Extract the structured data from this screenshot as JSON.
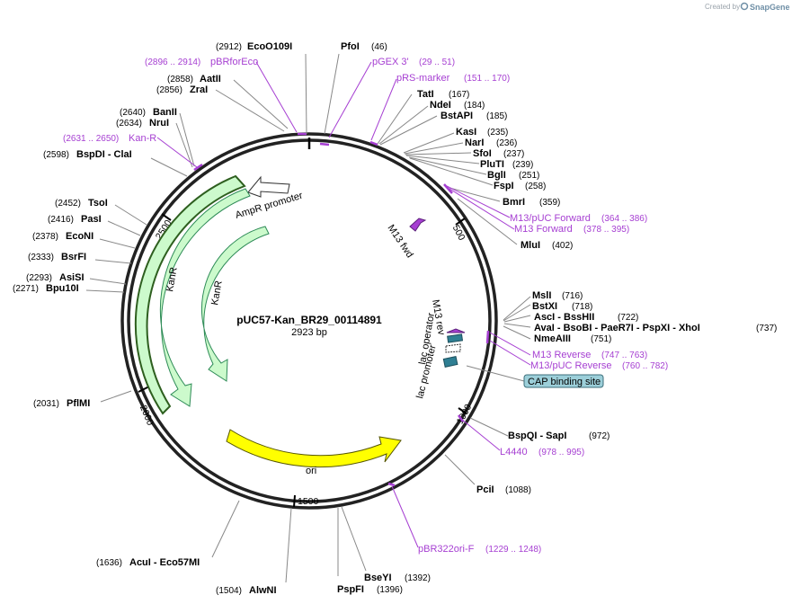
{
  "credit": {
    "text": "Created by",
    "brand": "SnapGene"
  },
  "plasmid": {
    "name": "pUC57-Kan_BR29_00114891",
    "length_text": "2923 bp",
    "length": 2923
  },
  "ticks": [
    {
      "label": "500",
      "pos": 500
    },
    {
      "label": "1000",
      "pos": 1000
    },
    {
      "label": "1500",
      "pos": 1500
    },
    {
      "label": "2000",
      "pos": 2000
    },
    {
      "label": "2500",
      "pos": 2500
    }
  ],
  "sites_left": [
    {
      "name": "EcoO109I",
      "pos": "(2912)"
    },
    {
      "name": "AatII",
      "pos": "(2858)"
    },
    {
      "name": "ZraI",
      "pos": "(2856)"
    },
    {
      "name": "BanII",
      "pos": "(2640)"
    },
    {
      "name": "NruI",
      "pos": "(2634)"
    },
    {
      "name": "BspDI  - ClaI",
      "pos": "(2598)"
    },
    {
      "name": "TsoI",
      "pos": "(2452)"
    },
    {
      "name": "PasI",
      "pos": "(2416)"
    },
    {
      "name": "EcoNI",
      "pos": "(2378)"
    },
    {
      "name": "BsrFI",
      "pos": "(2333)"
    },
    {
      "name": "AsiSI",
      "pos": "(2293)"
    },
    {
      "name": "Bpu10I",
      "pos": "(2271)"
    },
    {
      "name": "PflMI",
      "pos": "(2031)"
    },
    {
      "name": "AcuI  - Eco57MI",
      "pos": "(1636)"
    },
    {
      "name": "AlwNI",
      "pos": "(1504)"
    }
  ],
  "sites_right": [
    {
      "name": "PfoI",
      "pos": "(46)"
    },
    {
      "name": "TatI",
      "pos": "(167)"
    },
    {
      "name": "NdeI",
      "pos": "(184)"
    },
    {
      "name": "BstAPI",
      "pos": "(185)"
    },
    {
      "name": "KasI",
      "pos": "(235)"
    },
    {
      "name": "NarI",
      "pos": "(236)"
    },
    {
      "name": "SfoI",
      "pos": "(237)"
    },
    {
      "name": "PluTI",
      "pos": "(239)"
    },
    {
      "name": "BglI",
      "pos": "(251)"
    },
    {
      "name": "FspI",
      "pos": "(258)"
    },
    {
      "name": "BmrI",
      "pos": "(359)"
    },
    {
      "name": "MluI",
      "pos": "(402)"
    },
    {
      "name": "MslI",
      "pos": "(716)"
    },
    {
      "name": "BstXI",
      "pos": "(718)"
    },
    {
      "name": "AscI  - BssHII",
      "pos": "(722)"
    },
    {
      "name": "AvaI  - BsoBI  - PaeR7I  - PspXI  - XhoI",
      "pos": "(737)"
    },
    {
      "name": "NmeAIII",
      "pos": "(751)"
    },
    {
      "name": "BspQI  - SapI",
      "pos": "(972)"
    },
    {
      "name": "PciI",
      "pos": "(1088)"
    },
    {
      "name": "BseYI",
      "pos": "(1392)"
    },
    {
      "name": "PspFI",
      "pos": "(1396)"
    }
  ],
  "primers": [
    {
      "name": "pBRforEco",
      "pos": "(2896 .. 2914)"
    },
    {
      "name": "pGEX 3'",
      "pos": "(29 .. 51)"
    },
    {
      "name": "pRS-marker",
      "pos": "(151 .. 170)"
    },
    {
      "name": "Kan-R",
      "pos": "(2631 .. 2650)"
    },
    {
      "name": "M13/pUC Forward",
      "pos": "(364 .. 386)"
    },
    {
      "name": "M13 Forward",
      "pos": "(378 .. 395)"
    },
    {
      "name": "M13 Reverse",
      "pos": "(747 .. 763)"
    },
    {
      "name": "M13/pUC Reverse",
      "pos": "(760 .. 782)"
    },
    {
      "name": "L4440",
      "pos": "(978 .. 995)"
    },
    {
      "name": "pBR322ori-F",
      "pos": "(1229 .. 1248)"
    }
  ],
  "features": [
    {
      "name": "AmpR promoter"
    },
    {
      "name": "KanR"
    },
    {
      "name": "KanR"
    },
    {
      "name": "ori"
    },
    {
      "name": "M13 fwd"
    },
    {
      "name": "M13 rev"
    },
    {
      "name": "lac operator"
    },
    {
      "name": "lac promoter"
    },
    {
      "name": "CAP binding site"
    }
  ],
  "colors": {
    "backbone": "#222222",
    "primer": "#a63fd2",
    "kanr_fill": "#ccfacc",
    "kanr_stroke": "#2e8b57",
    "ori_fill": "#ffff00",
    "ori_stroke": "#555500",
    "cap_fill": "#9ccfd9",
    "lac_fill": "#2f7f93",
    "promoter_fill": "#ffffff"
  }
}
